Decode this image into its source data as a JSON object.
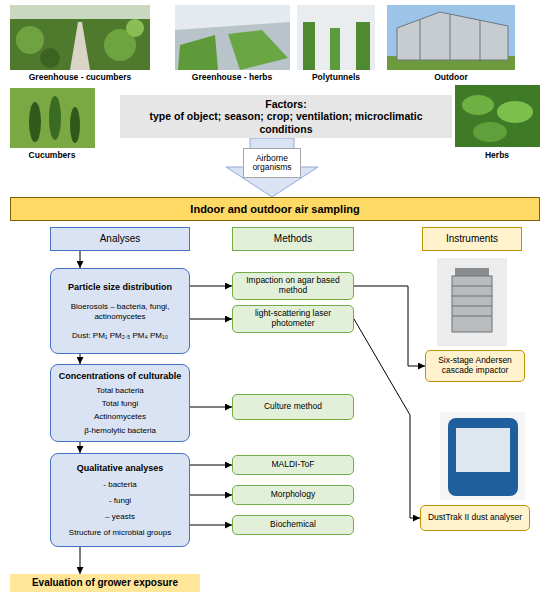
{
  "diagram": {
    "nodes": [
      {
        "text": [
          "Factors:",
          "type of object; season; crop; ventilation; microclimatic conditions"
        ]
      },
      {
        "text": [
          "Indoor and outdoor air sampling"
        ]
      },
      {
        "text": [
          "Analyses"
        ]
      },
      {
        "text": [
          "Methods"
        ]
      },
      {
        "text": [
          "Instruments"
        ]
      },
      {
        "text": [
          "Particle size distribution",
          "Bioerosols – bacteria, fungi, actinomycetes",
          "Dust: PM₁ PM₂.₅ PM₄ PM₁₀"
        ]
      },
      {
        "text": [
          "Impaction on agar based method"
        ]
      },
      {
        "text": [
          "light-scattering laser photometer"
        ]
      },
      {
        "text": [
          "Six-stage Andersen cascade impactor"
        ]
      },
      {
        "text": [
          "Concentrations of culturable",
          "Total bacteria",
          "Total fungi",
          "Actinomycetes",
          "β-hemolytic bacteria"
        ]
      },
      {
        "text": [
          "Culture method"
        ]
      },
      {
        "text": [
          "DustTrak II dust analyser"
        ]
      },
      {
        "text": [
          "Qualitative analyses",
          "- bacteria",
          "- fungi",
          "– yeasts",
          "Structure of microbial groups"
        ]
      },
      {
        "text": [
          "MALDI-ToF"
        ]
      },
      {
        "text": [
          "Morphology"
        ]
      },
      {
        "text": [
          "Biochemical"
        ]
      },
      {
        "text": [
          "Evaluation of grower exposure"
        ]
      }
    ],
    "edges": [
      {
        "from": 0,
        "to": 1,
        "arrow": "to",
        "label": "Airborne organisms"
      },
      {
        "from": 2,
        "to": 5,
        "arrow": "to"
      },
      {
        "from": 5,
        "to": 9,
        "arrow": "to"
      },
      {
        "from": 9,
        "to": 12,
        "arrow": "to"
      },
      {
        "from": 12,
        "to": 16,
        "arrow": "to"
      },
      {
        "from": 5,
        "to": 6,
        "arrow": "to"
      },
      {
        "from": 5,
        "to": 7,
        "arrow": "to"
      },
      {
        "from": 9,
        "to": 10,
        "arrow": "to"
      },
      {
        "from": 12,
        "to": 13,
        "arrow": "to"
      },
      {
        "from": 12,
        "to": 14,
        "arrow": "to"
      },
      {
        "from": 12,
        "to": 15,
        "arrow": "to"
      },
      {
        "from": 6,
        "to": 8,
        "arrow": "to"
      },
      {
        "from": 7,
        "to": 11,
        "arrow": "to"
      }
    ],
    "labels": [
      "Greenhouse - cucumbers",
      "Greenhouse - herbs",
      "Polytunnels",
      "Outdoor",
      "Cucumbers",
      "Herbs"
    ]
  }
}
